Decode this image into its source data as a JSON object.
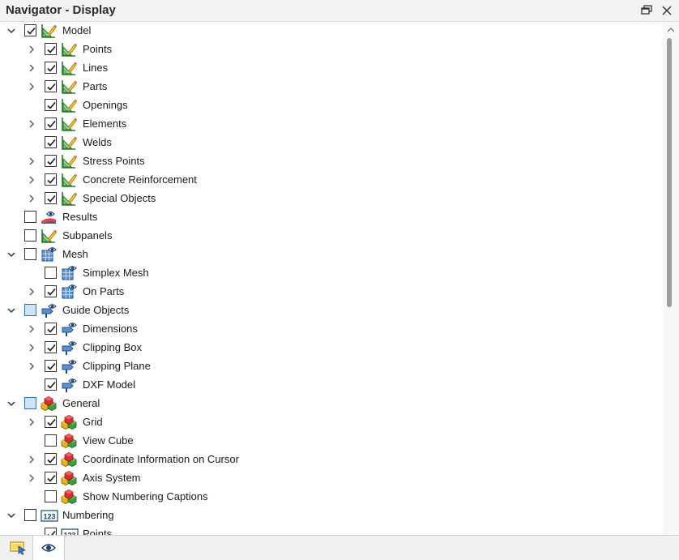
{
  "window": {
    "title": "Navigator - Display"
  },
  "tree": [
    {
      "label": "Model",
      "level": 0,
      "expander": "expanded",
      "check": "checked",
      "icon": "model-icon"
    },
    {
      "label": "Points",
      "level": 1,
      "expander": "collapsed",
      "check": "checked",
      "icon": "model-icon"
    },
    {
      "label": "Lines",
      "level": 1,
      "expander": "collapsed",
      "check": "checked",
      "icon": "model-icon"
    },
    {
      "label": "Parts",
      "level": 1,
      "expander": "collapsed",
      "check": "checked",
      "icon": "model-icon"
    },
    {
      "label": "Openings",
      "level": 1,
      "expander": "none",
      "check": "checked",
      "icon": "model-icon"
    },
    {
      "label": "Elements",
      "level": 1,
      "expander": "collapsed",
      "check": "checked",
      "icon": "model-icon"
    },
    {
      "label": "Welds",
      "level": 1,
      "expander": "none",
      "check": "checked",
      "icon": "model-icon"
    },
    {
      "label": "Stress Points",
      "level": 1,
      "expander": "collapsed",
      "check": "checked",
      "icon": "model-icon"
    },
    {
      "label": "Concrete Reinforcement",
      "level": 1,
      "expander": "collapsed",
      "check": "checked",
      "icon": "model-icon"
    },
    {
      "label": "Special Objects",
      "level": 1,
      "expander": "collapsed",
      "check": "checked",
      "icon": "model-icon"
    },
    {
      "label": "Results",
      "level": 0,
      "expander": "none",
      "check": "unchecked",
      "icon": "results-icon"
    },
    {
      "label": "Subpanels",
      "level": 0,
      "expander": "none",
      "check": "unchecked",
      "icon": "model-icon"
    },
    {
      "label": "Mesh",
      "level": 0,
      "expander": "expanded",
      "check": "unchecked",
      "icon": "mesh-icon"
    },
    {
      "label": "Simplex Mesh",
      "level": 1,
      "expander": "none",
      "check": "unchecked",
      "icon": "mesh-icon"
    },
    {
      "label": "On Parts",
      "level": 1,
      "expander": "collapsed",
      "check": "checked",
      "icon": "mesh-icon"
    },
    {
      "label": "Guide Objects",
      "level": 0,
      "expander": "expanded",
      "check": "indeterminate",
      "icon": "guide-objects-icon"
    },
    {
      "label": "Dimensions",
      "level": 1,
      "expander": "collapsed",
      "check": "checked",
      "icon": "guide-objects-icon"
    },
    {
      "label": "Clipping Box",
      "level": 1,
      "expander": "collapsed",
      "check": "checked",
      "icon": "guide-objects-icon"
    },
    {
      "label": "Clipping Plane",
      "level": 1,
      "expander": "collapsed",
      "check": "checked",
      "icon": "guide-objects-icon"
    },
    {
      "label": "DXF Model",
      "level": 1,
      "expander": "none",
      "check": "checked",
      "icon": "guide-objects-icon"
    },
    {
      "label": "General",
      "level": 0,
      "expander": "expanded",
      "check": "indeterminate",
      "icon": "general-cubes-icon"
    },
    {
      "label": "Grid",
      "level": 1,
      "expander": "collapsed",
      "check": "checked",
      "icon": "general-cubes-icon"
    },
    {
      "label": "View Cube",
      "level": 1,
      "expander": "none",
      "check": "unchecked",
      "icon": "general-cubes-icon"
    },
    {
      "label": "Coordinate Information on Cursor",
      "level": 1,
      "expander": "collapsed",
      "check": "checked",
      "icon": "general-cubes-icon"
    },
    {
      "label": "Axis System",
      "level": 1,
      "expander": "collapsed",
      "check": "checked",
      "icon": "general-cubes-icon"
    },
    {
      "label": "Show Numbering Captions",
      "level": 1,
      "expander": "none",
      "check": "unchecked",
      "icon": "general-cubes-icon"
    },
    {
      "label": "Numbering",
      "level": 0,
      "expander": "expanded",
      "check": "unchecked",
      "icon": "numbering-icon"
    },
    {
      "label": "Points",
      "level": 1,
      "expander": "none",
      "check": "checked",
      "icon": "numbering-icon"
    }
  ],
  "bottom_tabs": [
    {
      "name": "data-navigator-tab",
      "icon": "data-navigator-icon",
      "active": false
    },
    {
      "name": "display-navigator-tab",
      "icon": "eye-icon",
      "active": true
    }
  ]
}
